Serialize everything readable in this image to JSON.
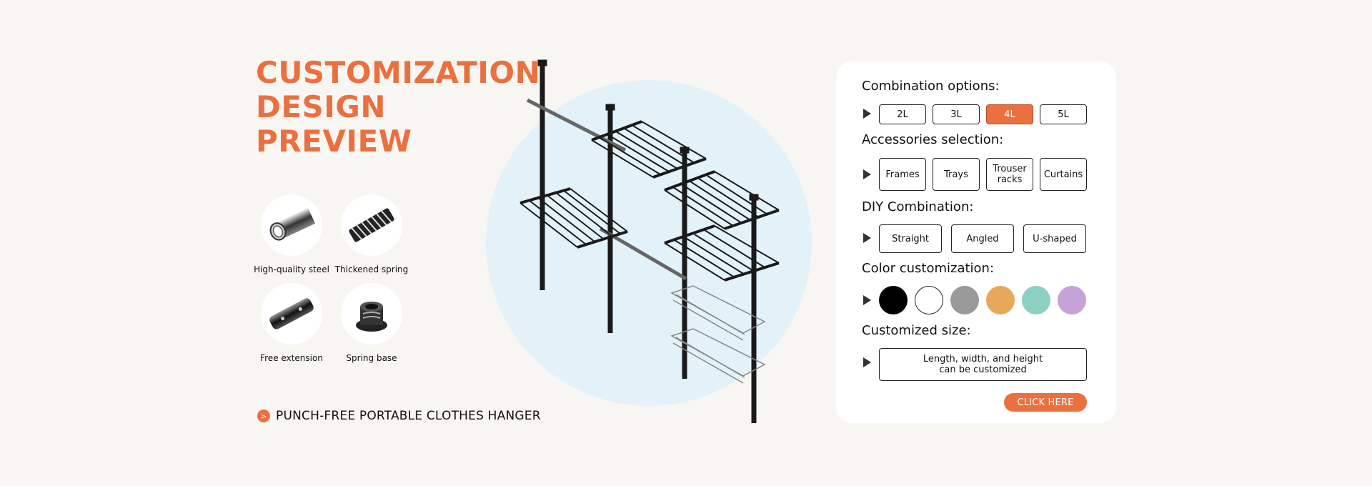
{
  "title": {
    "line1": "CUSTOMIZATION",
    "line2": "DESIGN",
    "line3": "PREVIEW"
  },
  "features": [
    {
      "label": "High-quality steel",
      "icon": "steel-tube-icon"
    },
    {
      "label": "Thickened spring",
      "icon": "spring-icon"
    },
    {
      "label": "Free extension",
      "icon": "extension-tube-icon"
    },
    {
      "label": "Spring base",
      "icon": "spring-base-icon"
    }
  ],
  "tagline": {
    "icon": "chevron-right-icon",
    "text": "PUNCH-FREE PORTABLE CLOTHES HANGER"
  },
  "panel": {
    "combination": {
      "title": "Combination options:",
      "options": [
        "2L",
        "3L",
        "4L",
        "5L"
      ],
      "selected": "4L"
    },
    "accessories": {
      "title": "Accessories selection:",
      "options": [
        "Frames",
        "Trays",
        "Trouser racks",
        "Curtains"
      ]
    },
    "diy": {
      "title": "DIY Combination:",
      "options": [
        "Straight",
        "Angled",
        "U-shaped"
      ]
    },
    "color": {
      "title": "Color customization:",
      "swatches": [
        "#000000",
        "#ffffff",
        "#9a9a9a",
        "#e6a85a",
        "#8ccfc3",
        "#c7a2d8"
      ]
    },
    "size": {
      "title": "Customized size:",
      "note_line1": "Length, width, and height",
      "note_line2": "can be customized"
    },
    "cta": "CLICK HERE"
  },
  "colors": {
    "accent": "#ea7040",
    "background": "#f7f6f2",
    "circle": "#e2f2f8"
  }
}
